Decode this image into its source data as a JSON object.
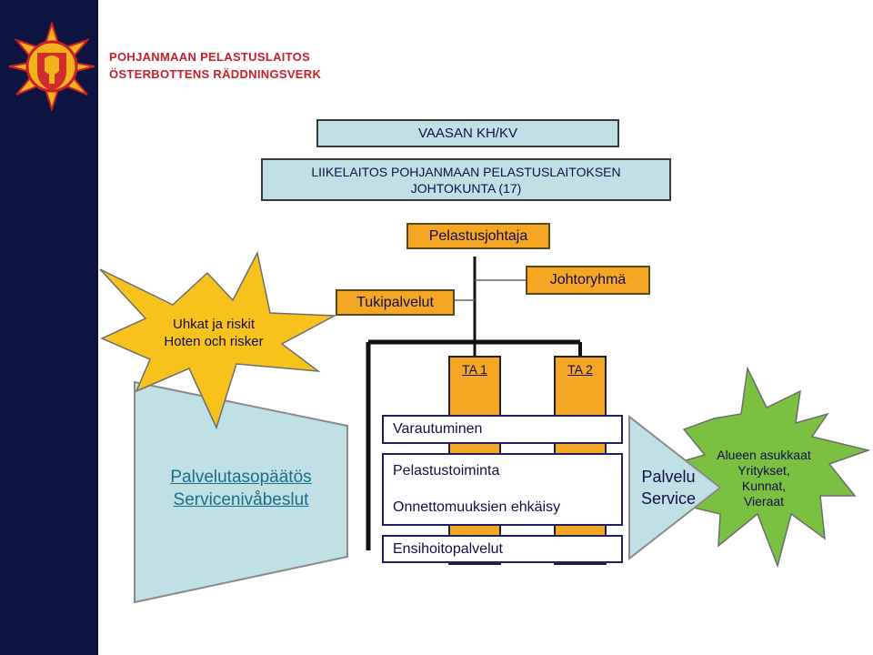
{
  "header": {
    "org_name_fi": "POHJANMAAN PELASTUSLAITOS",
    "org_name_sv": "ÖSTERBOTTENS RÄDDNINGSVERK"
  },
  "org_chart": {
    "council": "VAASAN KH/KV",
    "board_line1": "LIIKELAITOS POHJANMAAN PELASTUSLAITOKSEN",
    "board_line2": "JOHTOKUNTA (17)",
    "director": "Pelastusjohtaja",
    "support": "Tukipalvelut",
    "management_group": "Johtoryhmä",
    "ta1": "TA 1",
    "ta2": "TA 2"
  },
  "threats": {
    "line1": "Uhkat ja riskit",
    "line2": "Hoten och risker"
  },
  "service_decision": {
    "line1": "Palvelutasopäätös",
    "line2": "Servicenivåbeslut"
  },
  "services": [
    "Varautuminen",
    "Pelastustoiminta",
    "Onnettomuuksien ehkäisy",
    "Ensihoitopalvelut"
  ],
  "service_arrow": {
    "line1": "Palvelu",
    "line2": "Service"
  },
  "customers": {
    "line1": "Alueen asukkaat",
    "line2": "Yritykset,",
    "line3": "Kunnat,",
    "line4": "Vieraat"
  },
  "colors": {
    "sidebar": "#0d1440",
    "cyan": "#bfe0e4",
    "orange": "#f5a623",
    "yellow": "#f7c21c",
    "green": "#7ac142",
    "text": "#10104a",
    "link": "#1a6f8a"
  }
}
